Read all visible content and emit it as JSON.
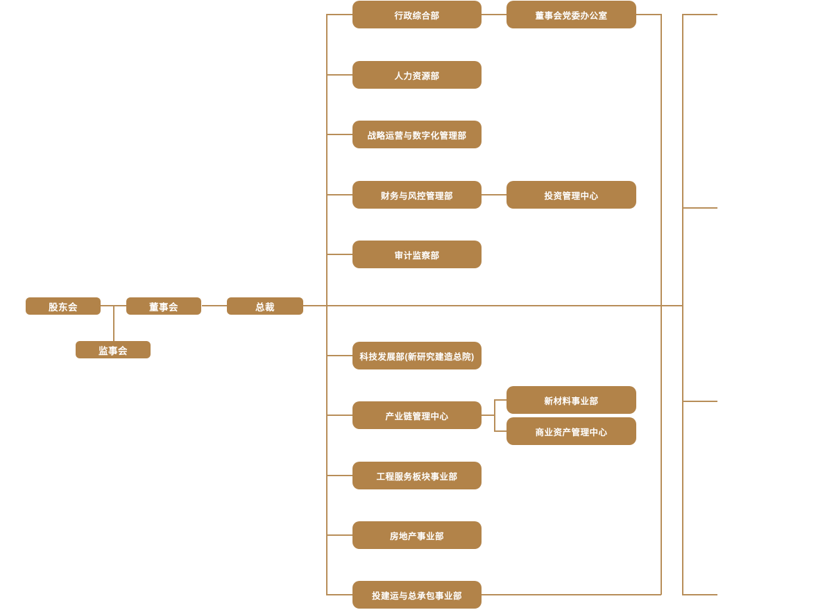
{
  "diagram": {
    "type": "org-chart",
    "background_color": "#ffffff",
    "node_fill_color": "#b28349",
    "node_text_color": "#ffffff",
    "line_color": "#b78d58"
  },
  "nodes": {
    "shareholders": {
      "label": "股东会"
    },
    "supervisory_board": {
      "label": "监事会"
    },
    "board_of_directors": {
      "label": "董事会"
    },
    "president": {
      "label": "总裁"
    },
    "admin_general": {
      "label": "行政综合部"
    },
    "party_committee_office": {
      "label": "董事会党委办公室"
    },
    "human_resources": {
      "label": "人力资源部"
    },
    "strategy_digital": {
      "label": "战略运营与数字化管理部"
    },
    "finance_risk": {
      "label": "财务与风控管理部"
    },
    "investment_center": {
      "label": "投资管理中心"
    },
    "audit_supervision": {
      "label": "审计监察部"
    },
    "tech_development": {
      "label": "科技发展部(新研究建造总院)"
    },
    "industry_chain_center": {
      "label": "产业链管理中心"
    },
    "new_materials": {
      "label": "新材料事业部"
    },
    "commercial_assets": {
      "label": "商业资产管理中心"
    },
    "engineering_services": {
      "label": "工程服务板块事业部"
    },
    "real_estate": {
      "label": "房地产事业部"
    },
    "investment_construction_epc": {
      "label": "投建运与总承包事业部"
    }
  },
  "edges": [
    {
      "from": "shareholders",
      "to": "board_of_directors"
    },
    {
      "from": "shareholders",
      "to": "supervisory_board"
    },
    {
      "from": "board_of_directors",
      "to": "president"
    },
    {
      "from": "president",
      "to": "admin_general"
    },
    {
      "from": "president",
      "to": "human_resources"
    },
    {
      "from": "president",
      "to": "strategy_digital"
    },
    {
      "from": "president",
      "to": "finance_risk"
    },
    {
      "from": "president",
      "to": "audit_supervision"
    },
    {
      "from": "president",
      "to": "tech_development"
    },
    {
      "from": "president",
      "to": "industry_chain_center"
    },
    {
      "from": "president",
      "to": "engineering_services"
    },
    {
      "from": "president",
      "to": "real_estate"
    },
    {
      "from": "president",
      "to": "investment_construction_epc"
    },
    {
      "from": "admin_general",
      "to": "party_committee_office"
    },
    {
      "from": "finance_risk",
      "to": "investment_center"
    },
    {
      "from": "industry_chain_center",
      "to": "new_materials"
    },
    {
      "from": "industry_chain_center",
      "to": "commercial_assets"
    },
    {
      "from": "right_spine",
      "to": "offscreen_stub_row1"
    },
    {
      "from": "right_spine",
      "to": "offscreen_stub_row2"
    },
    {
      "from": "right_spine",
      "to": "offscreen_stub_row3"
    },
    {
      "from": "right_spine",
      "to": "offscreen_stub_row4"
    }
  ]
}
